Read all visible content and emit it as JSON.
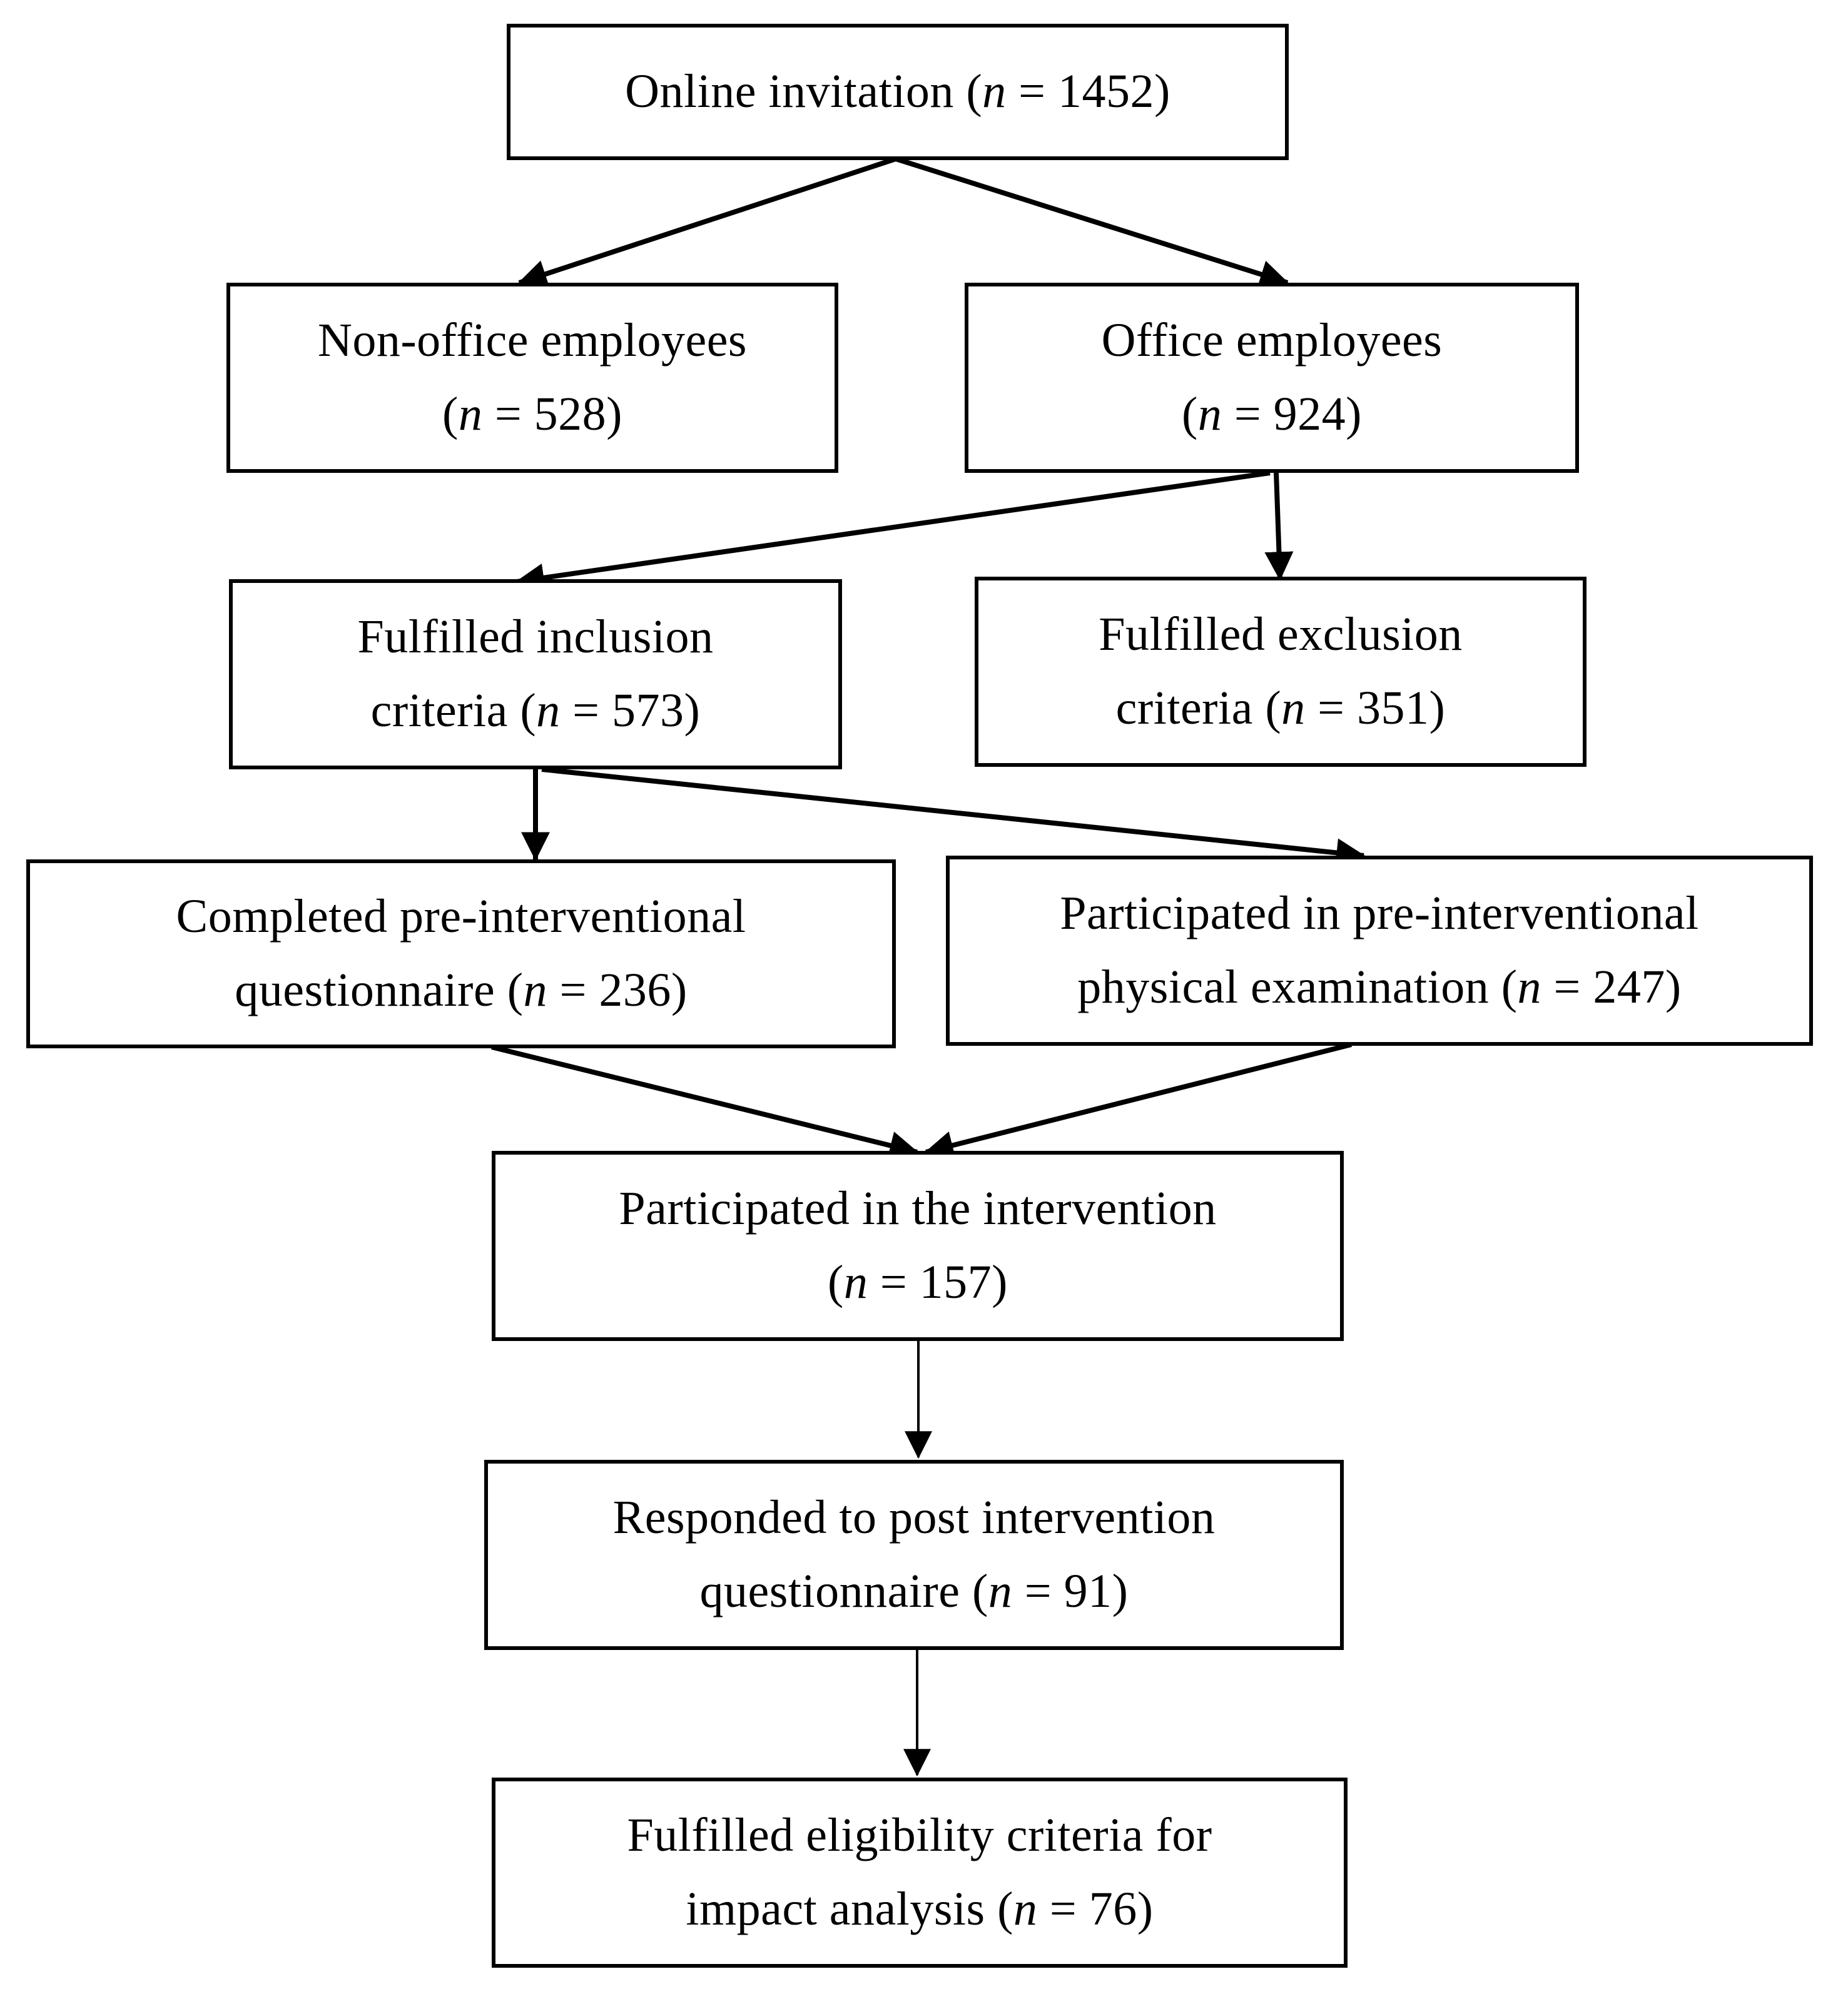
{
  "flowchart": {
    "nodes": [
      {
        "id": "online-invitation",
        "lines": [
          {
            "pre": "Online invitation (",
            "n": "n",
            "post": " = 1452)"
          }
        ]
      },
      {
        "id": "non-office-employees",
        "lines": [
          {
            "pre": "Non-office employees",
            "n": "",
            "post": ""
          },
          {
            "pre": "(",
            "n": "n",
            "post": " = 528)"
          }
        ]
      },
      {
        "id": "office-employees",
        "lines": [
          {
            "pre": "Office employees",
            "n": "",
            "post": ""
          },
          {
            "pre": "(",
            "n": "n",
            "post": " = 924)"
          }
        ]
      },
      {
        "id": "inclusion-criteria",
        "lines": [
          {
            "pre": "Fulfilled inclusion",
            "n": "",
            "post": ""
          },
          {
            "pre": "criteria (",
            "n": "n",
            "post": " = 573)"
          }
        ]
      },
      {
        "id": "exclusion-criteria",
        "lines": [
          {
            "pre": "Fulfilled exclusion",
            "n": "",
            "post": ""
          },
          {
            "pre": "criteria (",
            "n": "n",
            "post": " = 351)"
          }
        ]
      },
      {
        "id": "pre-questionnaire",
        "lines": [
          {
            "pre": "Completed pre-interventional",
            "n": "",
            "post": ""
          },
          {
            "pre": "questionnaire (",
            "n": "n",
            "post": " = 236)"
          }
        ]
      },
      {
        "id": "pre-physical-exam",
        "lines": [
          {
            "pre": "Participated in pre-interventional",
            "n": "",
            "post": ""
          },
          {
            "pre": "physical examination (",
            "n": "n",
            "post": " = 247)"
          }
        ]
      },
      {
        "id": "intervention",
        "lines": [
          {
            "pre": "Participated in the intervention",
            "n": "",
            "post": ""
          },
          {
            "pre": "(",
            "n": "n",
            "post": " = 157)"
          }
        ]
      },
      {
        "id": "post-questionnaire",
        "lines": [
          {
            "pre": "Responded to post intervention",
            "n": "",
            "post": ""
          },
          {
            "pre": "questionnaire (",
            "n": "n",
            "post": " = 91)"
          }
        ]
      },
      {
        "id": "impact-analysis",
        "lines": [
          {
            "pre": "Fulfilled eligibility criteria for",
            "n": "",
            "post": ""
          },
          {
            "pre": "impact analysis (",
            "n": "n",
            "post": " = 76)"
          }
        ]
      }
    ],
    "edges": [
      {
        "from": "online-invitation",
        "to": "non-office-employees"
      },
      {
        "from": "online-invitation",
        "to": "office-employees"
      },
      {
        "from": "office-employees",
        "to": "inclusion-criteria"
      },
      {
        "from": "office-employees",
        "to": "exclusion-criteria"
      },
      {
        "from": "inclusion-criteria",
        "to": "pre-questionnaire"
      },
      {
        "from": "inclusion-criteria",
        "to": "pre-physical-exam"
      },
      {
        "from": "pre-questionnaire",
        "to": "intervention"
      },
      {
        "from": "pre-physical-exam",
        "to": "intervention"
      },
      {
        "from": "intervention",
        "to": "post-questionnaire"
      },
      {
        "from": "post-questionnaire",
        "to": "impact-analysis"
      }
    ]
  }
}
